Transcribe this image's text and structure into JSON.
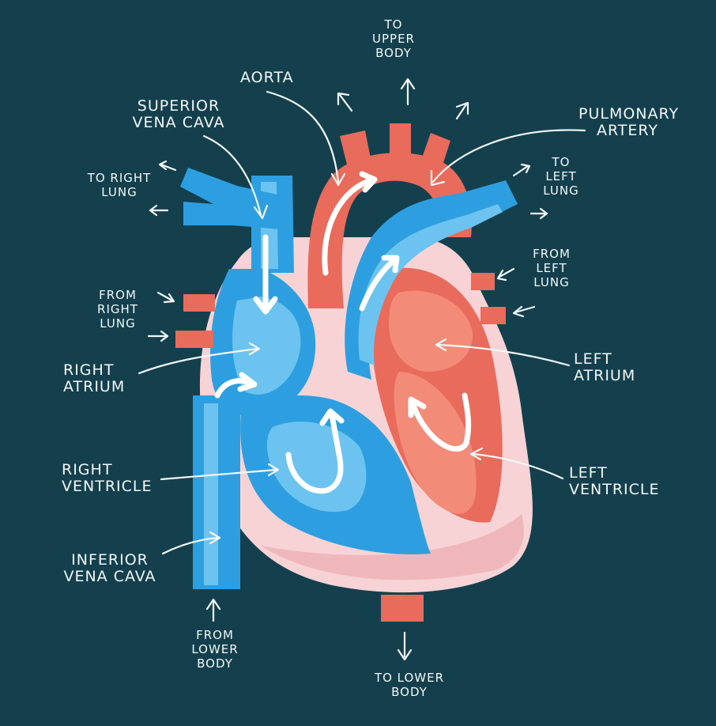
{
  "labels": {
    "to_upper_body": [
      "TO",
      "UPPER",
      "BODY"
    ],
    "aorta": [
      "AORTA"
    ],
    "superior_vena_cava": [
      "SUPERIOR",
      "VENA CAVA"
    ],
    "pulmonary_artery": [
      "PULMONARY",
      "ARTERY"
    ],
    "to_right_lung": [
      "TO RIGHT",
      "LUNG"
    ],
    "to_left_lung": [
      "TO",
      "LEFT",
      "LUNG"
    ],
    "from_left_lung": [
      "FROM",
      "LEFT",
      "LUNG"
    ],
    "from_right_lung": [
      "FROM",
      "RIGHT",
      "LUNG"
    ],
    "right_atrium": [
      "RIGHT",
      "ATRIUM"
    ],
    "left_atrium": [
      "LEFT",
      "ATRIUM"
    ],
    "right_ventricle": [
      "RIGHT",
      "VENTRICLE"
    ],
    "left_ventricle": [
      "LEFT",
      "VENTRICLE"
    ],
    "inferior_vena_cava": [
      "INFERIOR",
      "VENA CAVA"
    ],
    "from_lower_body": [
      "FROM",
      "LOWER",
      "BODY"
    ],
    "to_lower_body": [
      "TO LOWER",
      "BODY"
    ]
  },
  "colors": {
    "background": "#14404e",
    "deoxygenated_blue": "#2d9fe0",
    "oxygenated_red": "#e86b5b",
    "heart_wall_pink": "#f7d3d6",
    "label_white": "#f3f7f7"
  }
}
